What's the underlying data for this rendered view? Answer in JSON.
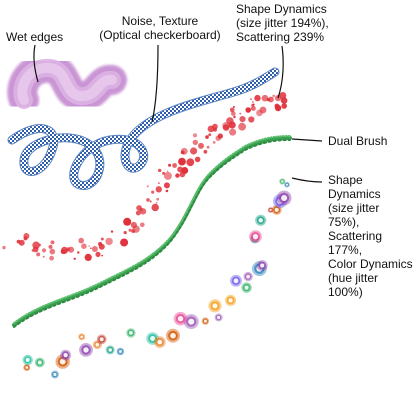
{
  "labels": {
    "wet_edges": "Wet edges",
    "noise_texture": "Noise, Texture\n(Optical checkerboard)",
    "shape_dynamics_1": "Shape Dynamics\n(size jitter 194%),\nScattering 239%",
    "dual_brush": "Dual Brush",
    "shape_dynamics_2": "Shape Dynamics\n(size jitter 75%),\nScattering 177%,\nColor Dynamics\n(hue jitter 100%)"
  },
  "colors": {
    "wet_edges_stroke": "#c48ad0",
    "wet_edges_core": "#b36fc4",
    "texture_stroke": "#3f6fb8",
    "scatter_red": "#e0303a",
    "dual_brush": "#3aa050",
    "leader_line": "#111111"
  }
}
